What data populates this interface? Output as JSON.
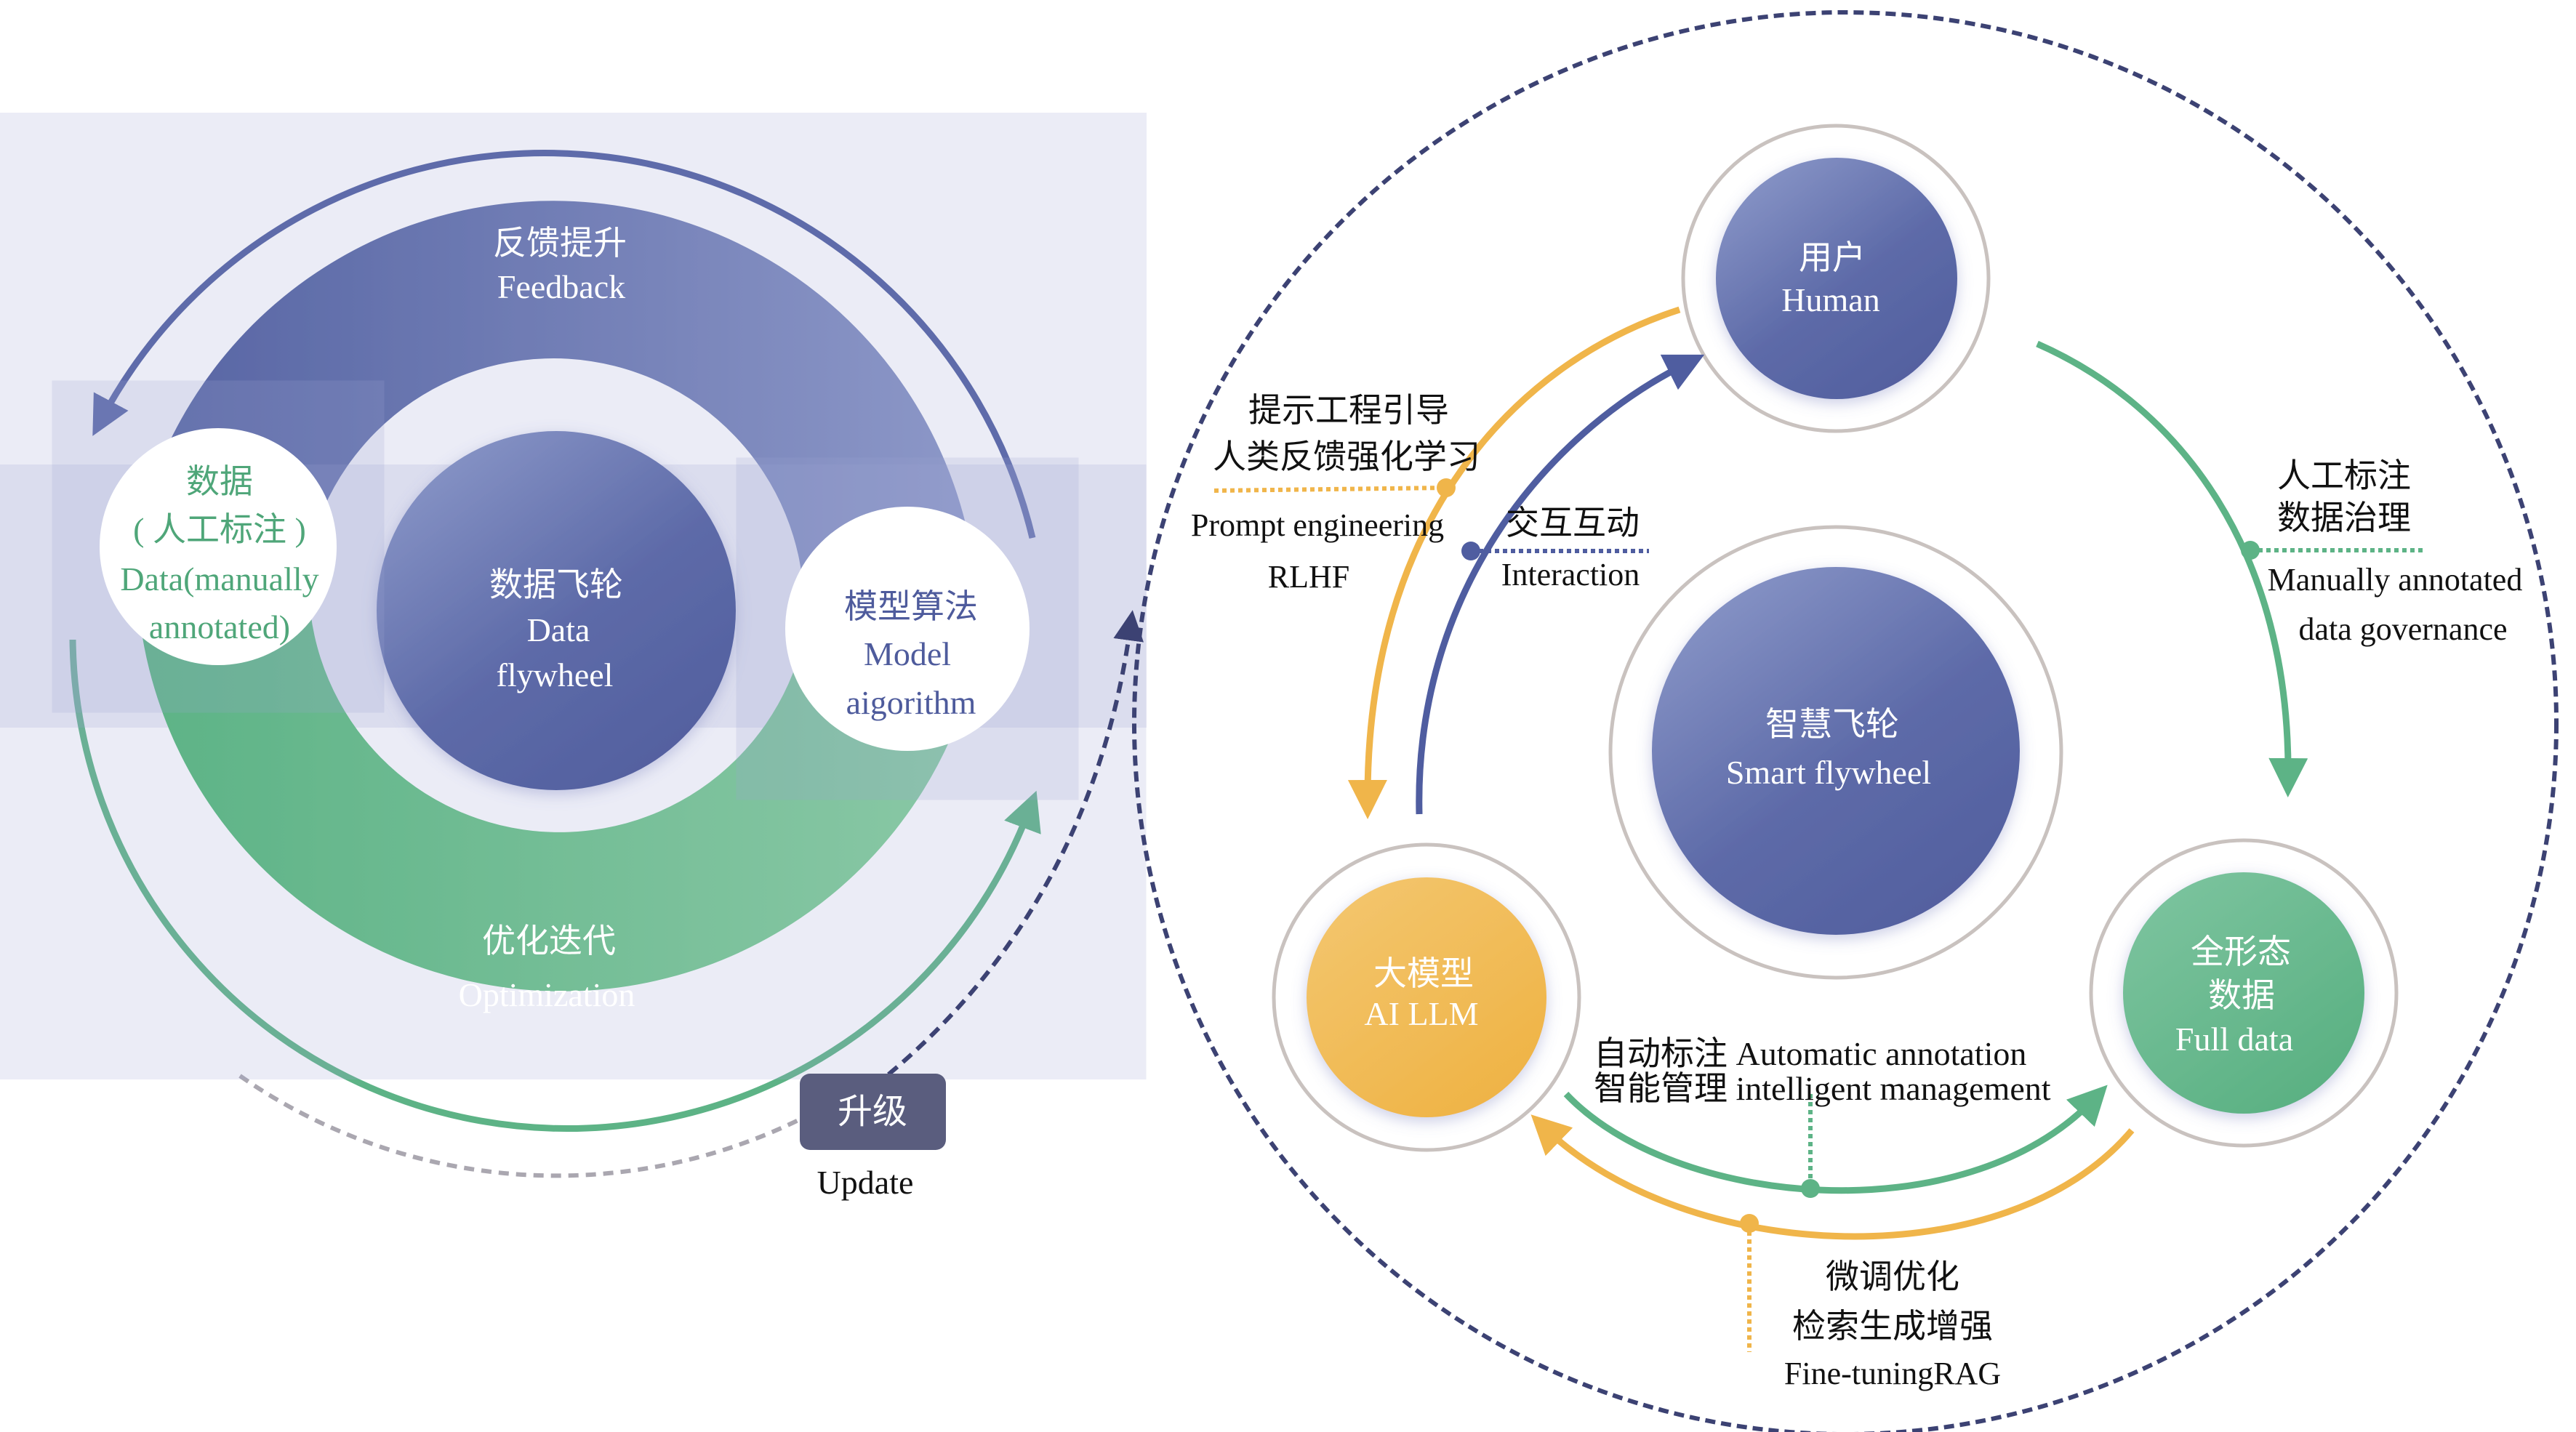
{
  "colors": {
    "blue": "#5664a3",
    "blue_light": "#8894c4",
    "green": "#5db386",
    "green_light": "#86c5a2",
    "orange": "#f0b54a",
    "navy_dashed": "#3c4273",
    "update_box": "#5a5d7e",
    "ring_gray": "#c9c2bf"
  },
  "left_flywheel": {
    "center": {
      "zh": "数据飞轮",
      "en_line1": "Data",
      "en_line2": "flywheel"
    },
    "feedback": {
      "zh": "反馈提升",
      "en": "Feedback"
    },
    "optimization": {
      "zh": "优化迭代",
      "en": "Optimization"
    },
    "data_node": {
      "zh": "数据",
      "zh_sub": "( 人工标注 )",
      "en_line1": "Data(manually",
      "en_line2": "annotated)"
    },
    "model_node": {
      "zh": "模型算法",
      "en_line1": "Model",
      "en_line2": "aigorithm"
    }
  },
  "update": {
    "zh": "升级",
    "en": "Update"
  },
  "right_flywheel": {
    "center": {
      "zh": "智慧飞轮",
      "en": "Smart flywheel"
    },
    "human": {
      "zh": "用户",
      "en": "Human"
    },
    "llm": {
      "zh": "大模型",
      "en": "AI LLM"
    },
    "full_data": {
      "zh_line1": "全形态",
      "zh_line2": "数据",
      "en": "Full data"
    },
    "prompt": {
      "zh_line1": "提示工程引导",
      "zh_line2": "人类反馈强化学习",
      "en_line1": "Prompt engineering",
      "en_line2": "RLHF"
    },
    "interaction": {
      "zh": "交互互动",
      "en": "Interaction"
    },
    "manual": {
      "zh_line1": "人工标注",
      "zh_line2": "数据治理",
      "en_line1": "Manually annotated",
      "en_line2": "data governance"
    },
    "auto": {
      "line1": "自动标注 Automatic annotation",
      "line2": "智能管理 intelligent management"
    },
    "finetune": {
      "zh_line1": "微调优化",
      "zh_line2": "检索生成增强",
      "en": "Fine-tuningRAG"
    }
  }
}
